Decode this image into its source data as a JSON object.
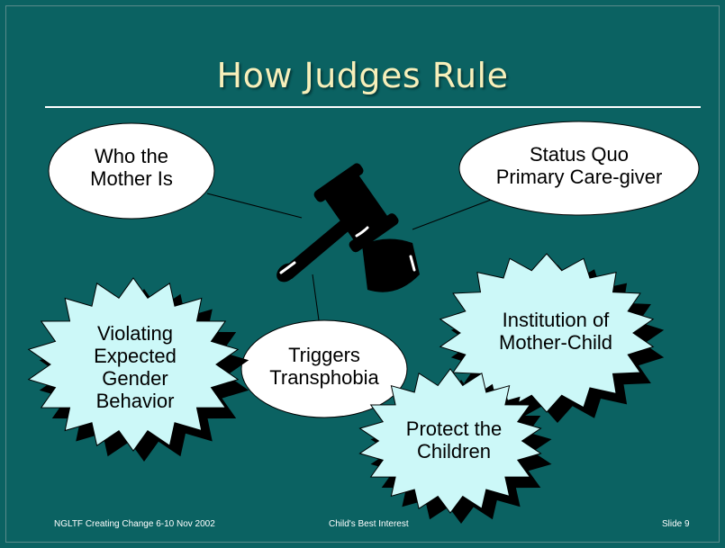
{
  "slide": {
    "title": "How Judges Rule",
    "ovals": {
      "who_mother": "Who the\nMother Is",
      "status_quo": "Status Quo\nPrimary Care-giver",
      "triggers": "Triggers\nTransphobia"
    },
    "stars": {
      "violating": "Violating\nExpected\nGender\nBehavior",
      "institution": "Institution of\nMother-Child",
      "protect": "Protect the\nChildren"
    },
    "footer": {
      "left": "NGLTF Creating Change 6-10 Nov 2002",
      "center": "Child's Best Interest",
      "right": "Slide 9"
    },
    "colors": {
      "background": "#0b6262",
      "title": "#f7efba",
      "star_fill": "#ccf8f8",
      "oval_fill": "#ffffff"
    },
    "icon": "gavel-icon"
  }
}
